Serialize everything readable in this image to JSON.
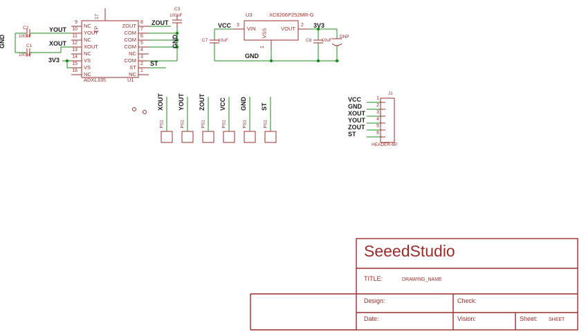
{
  "nets": {
    "gnd": "GND",
    "yout": "YOUT",
    "xout": "XOUT",
    "v3": "3V3",
    "zout": "ZOUT",
    "st": "ST",
    "vcc": "VCC"
  },
  "accelerometer": {
    "ref": "U1",
    "value": "ADXL335",
    "top_pin": {
      "num": "17",
      "name": "EP"
    },
    "left_pins": [
      {
        "num": "9",
        "name": "NC"
      },
      {
        "num": "10",
        "name": "YOUT"
      },
      {
        "num": "11",
        "name": "NC"
      },
      {
        "num": "12",
        "name": "XOUT"
      },
      {
        "num": "13",
        "name": "NC"
      },
      {
        "num": "14",
        "name": "VS"
      },
      {
        "num": "15",
        "name": "VS"
      },
      {
        "num": "16",
        "name": "NC"
      }
    ],
    "right_pins": [
      {
        "num": "8",
        "name": "ZOUT"
      },
      {
        "num": "7",
        "name": "COM"
      },
      {
        "num": "6",
        "name": "COM"
      },
      {
        "num": "5",
        "name": "COM"
      },
      {
        "num": "4",
        "name": "NC"
      },
      {
        "num": "3",
        "name": "COM"
      },
      {
        "num": "2",
        "name": "ST"
      },
      {
        "num": "1",
        "name": "NC"
      }
    ]
  },
  "capacitors": {
    "c2": {
      "ref": "C2",
      "value": "100nF"
    },
    "c1": {
      "ref": "C1",
      "value": "100nF"
    },
    "c3": {
      "ref": "C3",
      "value": "100nF"
    },
    "c7": {
      "ref": "C7",
      "value": "10uF"
    },
    "c8": {
      "ref": "C8",
      "value": "10uF"
    },
    "c9": {
      "label": "DNP"
    }
  },
  "regulator": {
    "ref": "U3",
    "value": "XC6206P252MR-G",
    "vin": {
      "num": "3",
      "name": "VIN"
    },
    "vout": {
      "num": "2",
      "name": "VOUT"
    },
    "vss": {
      "num": "1",
      "name": "VSS"
    }
  },
  "testpads": {
    "ref": "PS1",
    "nets": [
      "XOUT",
      "YOUT",
      "ZOUT",
      "VCC",
      "GND",
      "ST"
    ]
  },
  "header": {
    "ref": "J1",
    "value": "HEADER-6P",
    "pins": [
      {
        "num": "1",
        "net": "VCC"
      },
      {
        "num": "2",
        "net": "GND"
      },
      {
        "num": "3",
        "net": "XOUT"
      },
      {
        "num": "4",
        "net": "YOUT"
      },
      {
        "num": "5",
        "net": "ZOUT"
      },
      {
        "num": "6",
        "net": "ST"
      }
    ]
  },
  "titleblock": {
    "company": "SeeedStudio",
    "title_label": "TITLE:",
    "drawing_name": "DRAWING_NAME",
    "design_label": "Design:",
    "check_label": "Check:",
    "date_label": "Date:",
    "vision_label": "Vision:",
    "sheet_label": "Sheet:",
    "sheet_value": "SHEET"
  },
  "colors": {
    "part": "#9c2b28",
    "net": "#1a8c1a",
    "label": "#1b1b1b"
  }
}
